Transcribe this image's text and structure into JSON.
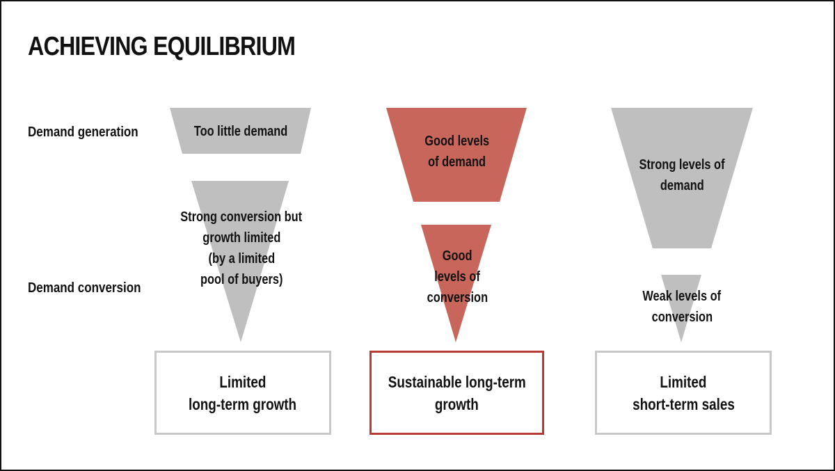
{
  "title": "ACHIEVING EQUILIBRIUM",
  "row_labels": {
    "generation": "Demand generation",
    "conversion": "Demand conversion"
  },
  "colors": {
    "gray": "#bfbfbf",
    "red": "#c8665c",
    "box_gray": "#c8c8c8",
    "box_red": "#b83a34"
  },
  "columns": [
    {
      "generation": [
        "Too little demand"
      ],
      "conversion": [
        "Strong conversion but",
        "growth limited",
        "(by a limited",
        "pool of buyers)"
      ],
      "outcome": [
        "Limited",
        "long-term growth"
      ]
    },
    {
      "generation": [
        "Good levels",
        "of demand"
      ],
      "conversion": [
        "Good",
        "levels of",
        "conversion"
      ],
      "outcome": [
        "Sustainable long-term",
        "growth"
      ]
    },
    {
      "generation": [
        "Strong levels of",
        "demand"
      ],
      "conversion": [
        "Weak levels of",
        "conversion"
      ],
      "outcome": [
        "Limited",
        "short-term sales"
      ]
    }
  ]
}
